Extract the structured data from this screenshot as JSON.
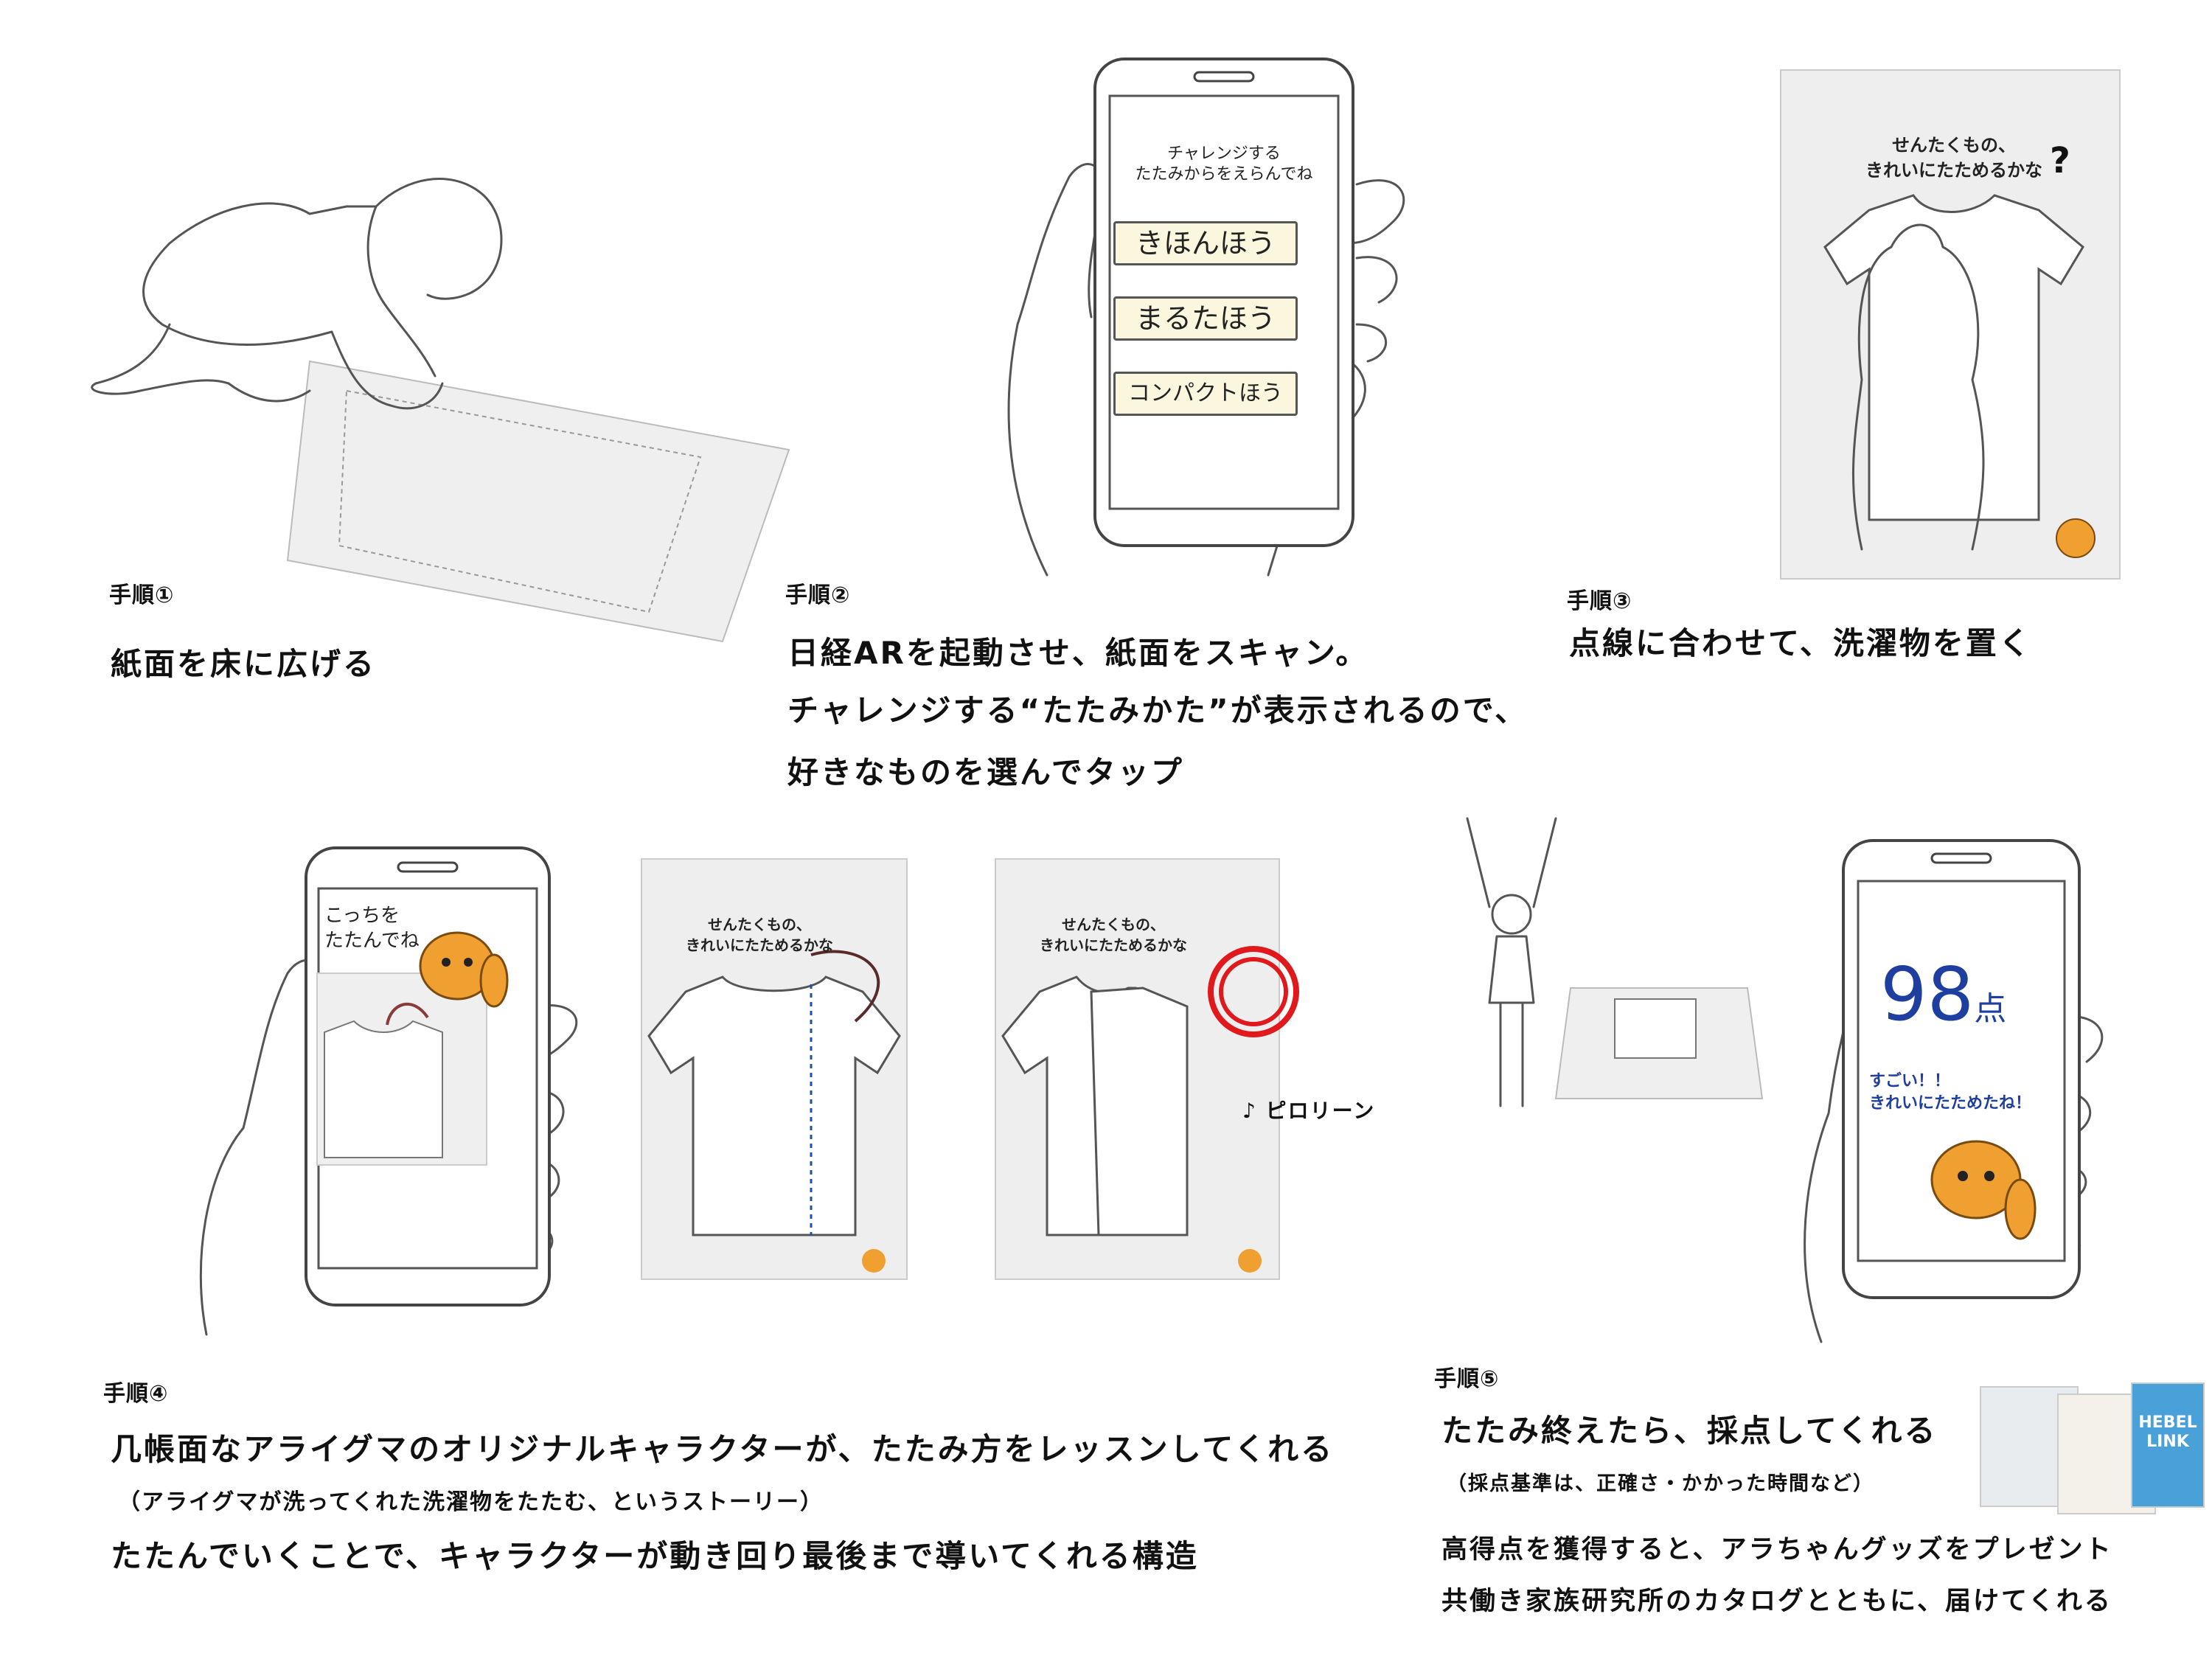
{
  "steps": [
    {
      "label": "手順①",
      "lines": [
        "紙面を床に広げる"
      ]
    },
    {
      "label": "手順②",
      "lines": [
        "日経ARを起動させ、紙面をスキャン。",
        "チャレンジする“たたみかた”が表示されるので、",
        "好きなものを選んでタップ"
      ],
      "phone": {
        "prompt_line1": "チャレンジする",
        "prompt_line2": "たたみからをえらんでね",
        "buttons": [
          "きほんほう",
          "まるたほう",
          "コンパクトほう"
        ]
      }
    },
    {
      "label": "手順③",
      "lines": [
        "点線に合わせて、洗濯物を置く"
      ],
      "poster_title_line1": "せんたくもの、",
      "poster_title_line2": "きれいにたためるかな"
    },
    {
      "label": "手順④",
      "lines": [
        "几帳面なアライグマのオリジナルキャラクターが、たたみ方をレッスンしてくれる",
        "たたんでいくことで、キャラクターが動き回り最後まで導いてくれる構造"
      ],
      "note": "（アライグマが洗ってくれた洗濯物をたたむ、というストーリー）",
      "phone_text_line1": "こっちを",
      "phone_text_line2": "たたんでね",
      "sound_label": "♪ ピロリーン"
    },
    {
      "label": "手順⑤",
      "lines": [
        "たたみ終えたら、採点してくれる",
        "高得点を獲得すると、アラちゃんグッズをプレゼント",
        "共働き家族研究所のカタログとともに、届けてくれる"
      ],
      "note": "（採点基準は、正確さ・かかった時間など）",
      "score_number": "98",
      "score_unit": "点",
      "praise_line1": "すごい！！",
      "praise_line2": "きれいにたためたね！",
      "catalog_brand": "HEBEL LINK"
    }
  ],
  "colors": {
    "score_blue": "#1f3fa0",
    "ring_red": "#e0191c",
    "raccoon_orange": "#f0a030",
    "text": "#111111"
  }
}
